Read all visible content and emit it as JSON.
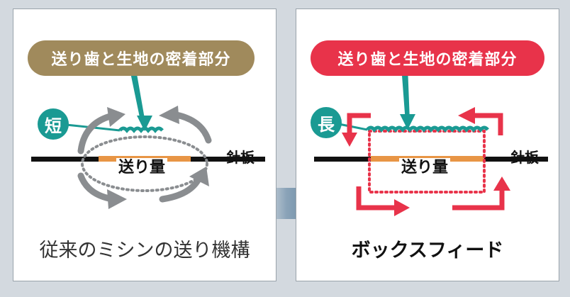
{
  "left_panel": {
    "pill_text": "送り歯と生地の密着部分",
    "badge_text": "短",
    "needle_plate_label": "針板",
    "feed_amount_label": "送り量",
    "caption": "従来のミシンの送り機構",
    "pill_color": "#a08a5c"
  },
  "right_panel": {
    "pill_text": "送り歯と生地の密着部分",
    "badge_text": "長",
    "needle_plate_label": "針板",
    "feed_amount_label": "送り量",
    "caption": "ボックスフィード",
    "pill_color": "#e8334a"
  },
  "colors": {
    "teal": "#1a9a93",
    "gray_arrow": "#8a8d90",
    "red": "#e8334a",
    "feed_orange": "#e89545",
    "needle_plate": "#111111"
  }
}
